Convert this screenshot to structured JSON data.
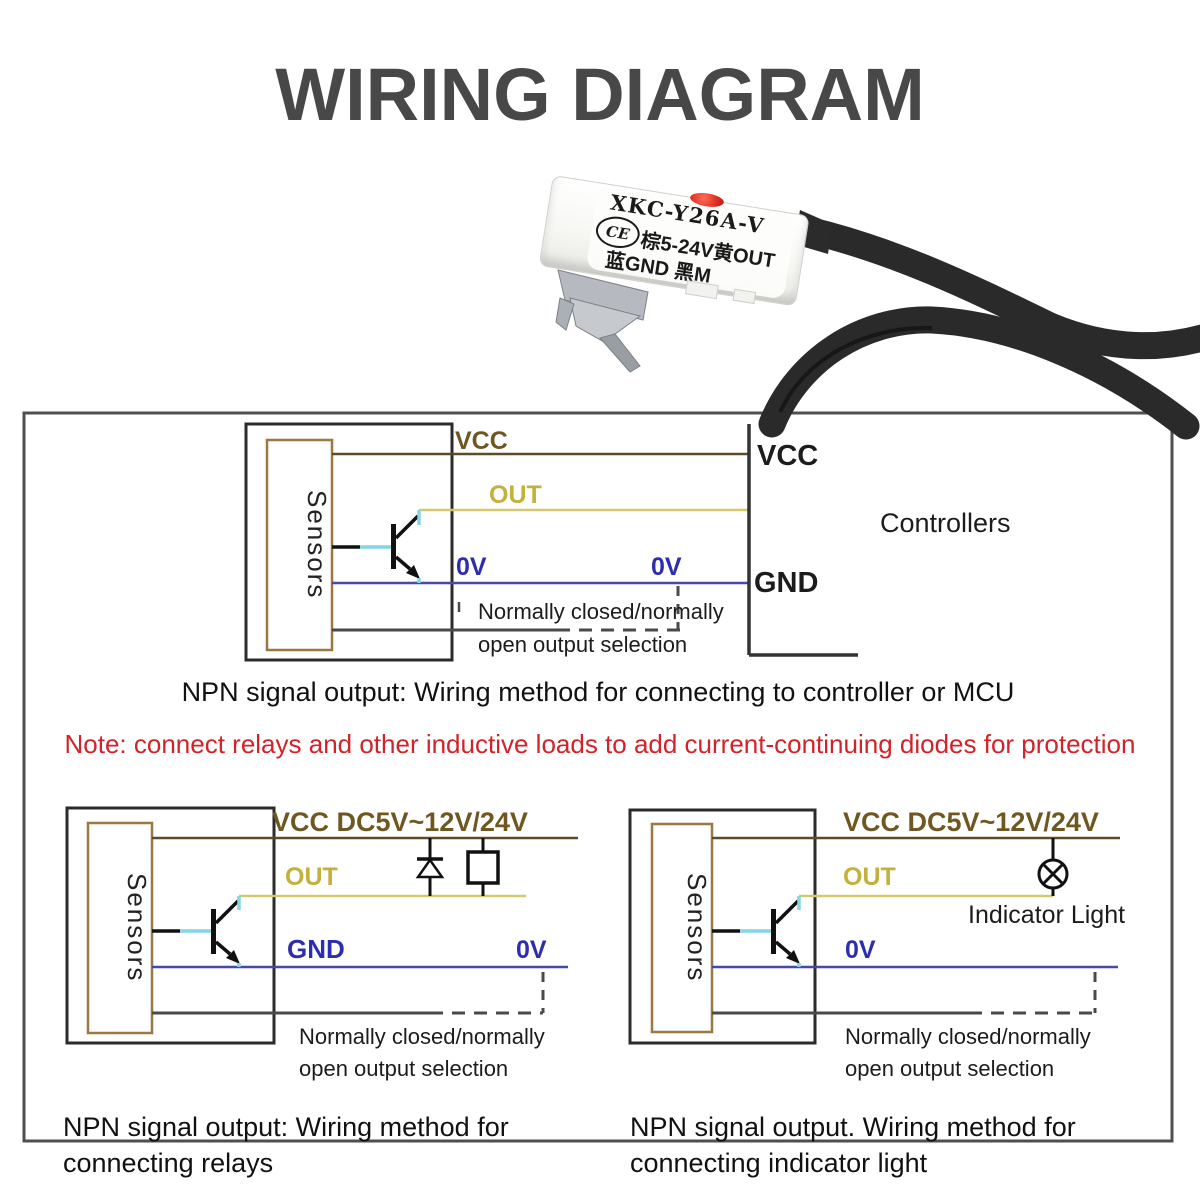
{
  "page": {
    "title": "WIRING DIAGRAM"
  },
  "product_photo": {
    "model": "XKC-Y26A-V",
    "ce_mark": "CE",
    "label_line2": "棕5-24V黄OUT",
    "label_line3": "蓝GND  黑M"
  },
  "diagram_controller": {
    "sensor_label": "Sensors",
    "vcc_label": "VCC",
    "out_label": "OUT",
    "zero_v_label_1": "0V",
    "zero_v_label_2": "0V",
    "controller_vcc_label": "VCC",
    "controller_gnd_label": "GND",
    "controllers_label": "Controllers",
    "selection_line1": "Normally closed/normally",
    "selection_line2": "open output selection",
    "caption": "NPN signal output: Wiring method for connecting to controller or MCU"
  },
  "note": "Note: connect relays and other inductive loads to add current-continuing diodes for protection",
  "diagram_relay": {
    "sensor_label": "Sensors",
    "vcc_label": "VCC DC5V~12V/24V",
    "out_label": "OUT",
    "gnd_label": "GND",
    "zero_v_label": "0V",
    "selection_line1": "Normally closed/normally",
    "selection_line2": "open output selection",
    "caption_line1": "NPN signal output: Wiring method for",
    "caption_line2": "connecting relays"
  },
  "diagram_indicator": {
    "sensor_label": "Sensors",
    "vcc_label": "VCC DC5V~12V/24V",
    "out_label": "OUT",
    "indicator_label": "Indicator Light",
    "zero_v_label": "0V",
    "selection_line1": "Normally closed/normally",
    "selection_line2": "open output selection",
    "caption_line1": "NPN signal output. Wiring method for",
    "caption_line2": "connecting indicator light"
  },
  "colors": {
    "title_gray": "#484848",
    "vcc_wire_brown": "#5d4a28",
    "vcc_label_brown": "#6f5722",
    "out_wire_yellow": "#d5c96d",
    "out_label_yellow": "#c2b13c",
    "gnd_wire_blue": "#4747b2",
    "blue_label": "#2d2db0",
    "transistor_stub_cyan": "#86d5e5",
    "note_red": "#d2232a",
    "box_border": "#4f4f4f",
    "cable_black": "#2a2a2a",
    "led_red": "#e23326"
  }
}
